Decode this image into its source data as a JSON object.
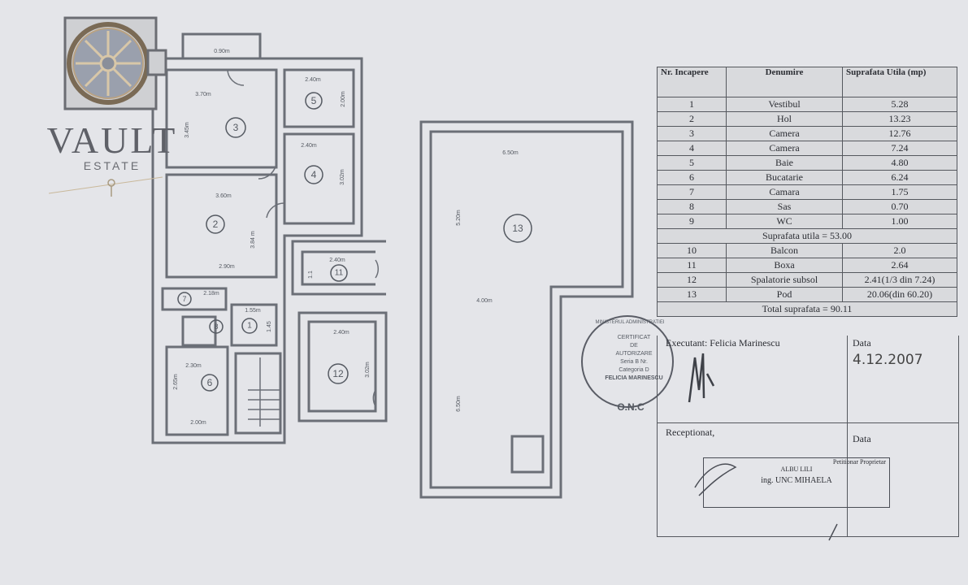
{
  "logo": {
    "title": "VAULT",
    "subtitle": "ESTATE"
  },
  "plan": {
    "rooms": [
      "1",
      "2",
      "3",
      "4",
      "5",
      "6",
      "7",
      "8",
      "11",
      "12",
      "13"
    ],
    "dimensions": {
      "balcony": "0.90m",
      "r3_w": "3.70m",
      "r3_h": "3.45m",
      "r5_w": "2.40m",
      "r5_h": "2.00m",
      "r4_w": "2.40m",
      "r4_h": "3.02m",
      "r2_w": "3.60m",
      "r2_h": "3.84 m",
      "r2_b": "2.90m",
      "r7_w": "2.18m",
      "r1_w": "1.55m",
      "r1_h": "1.45",
      "r6_w": "2.30m",
      "r6_h": "2.65m",
      "r6_b": "2.00m",
      "r11_w": "2.40m",
      "r11_h": "1.1",
      "r12_w": "2.40m",
      "r12_h": "3.02m",
      "r13_w": "6.50m",
      "r13_h": "5.20m",
      "r13_m": "4.00m",
      "r13_b": "6.50m"
    }
  },
  "table": {
    "headers": [
      "Nr. Incapere",
      "Denumire",
      "Suprafata Utila (mp)"
    ],
    "rows": [
      [
        "1",
        "Vestibul",
        "5.28"
      ],
      [
        "2",
        "Hol",
        "13.23"
      ],
      [
        "3",
        "Camera",
        "12.76"
      ],
      [
        "4",
        "Camera",
        "7.24"
      ],
      [
        "5",
        "Baie",
        "4.80"
      ],
      [
        "6",
        "Bucatarie",
        "6.24"
      ],
      [
        "7",
        "Camara",
        "1.75"
      ],
      [
        "8",
        "Sas",
        "0.70"
      ],
      [
        "9",
        "WC",
        "1.00"
      ]
    ],
    "subtotal": "Suprafata utila = 53.00",
    "rows2": [
      [
        "10",
        "Balcon",
        "2.0"
      ],
      [
        "11",
        "Boxa",
        "2.64"
      ],
      [
        "12",
        "Spalatorie subsol",
        "2.41(1/3 din 7.24)"
      ],
      [
        "13",
        "Pod",
        "20.06(din 60.20)"
      ]
    ],
    "total": "Total suprafata = 90.11"
  },
  "footer": {
    "executant": "Executant: Felicia Marinescu",
    "data_label": "Data",
    "date_handwritten": "4.12.2007",
    "receptionat": "Receptionat,",
    "data_label2": "Data",
    "stamp2_lines": [
      "Petitionar Proprietar",
      "ALBU LILI",
      "ing. UNC MIHAELA"
    ]
  },
  "stamp": {
    "lines": [
      "CERTIFICAT",
      "DE",
      "AUTORIZARE",
      "Seria B Nr.",
      "Categoria D",
      "FELICIA MARINESCU"
    ],
    "ring": "MINISTERUL ADMINISTRATIEI",
    "bottom": "O.N.C"
  }
}
